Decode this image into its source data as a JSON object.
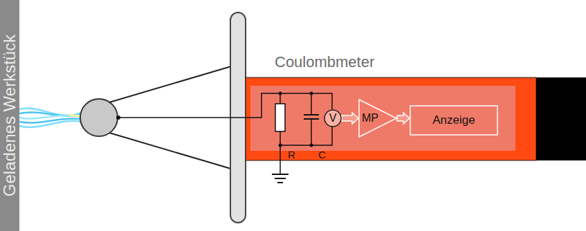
{
  "diagram": {
    "nodes": [
      {
        "text": [
          "Geladenes Werkstück"
        ]
      },
      {
        "text": [
          "Coulombmeter"
        ]
      },
      {
        "text": [
          "V"
        ],
        "in": 1
      },
      {
        "text": [
          "MP"
        ],
        "in": 1
      },
      {
        "text": [
          "Anzeige"
        ],
        "in": 1
      }
    ],
    "edges": [
      {
        "from": 2,
        "to": 3,
        "arrow": "to"
      },
      {
        "from": 3,
        "to": 4,
        "arrow": "to"
      }
    ],
    "labels": [
      "R",
      "C"
    ]
  }
}
